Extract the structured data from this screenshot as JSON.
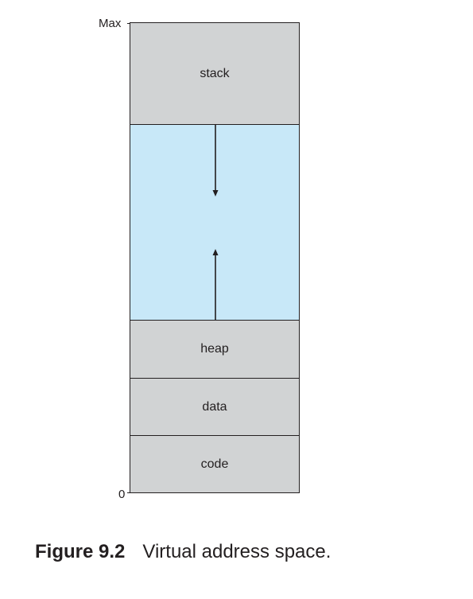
{
  "axis": {
    "max_label": "Max",
    "min_label": "0"
  },
  "segments": {
    "stack": "stack",
    "heap": "heap",
    "data": "data",
    "code": "code"
  },
  "colors": {
    "segment_fill": "#d1d3d4",
    "free_space_fill": "#c8e8f8",
    "line": "#231f20"
  },
  "caption": {
    "number": "Figure 9.2",
    "text": "Virtual address space."
  }
}
